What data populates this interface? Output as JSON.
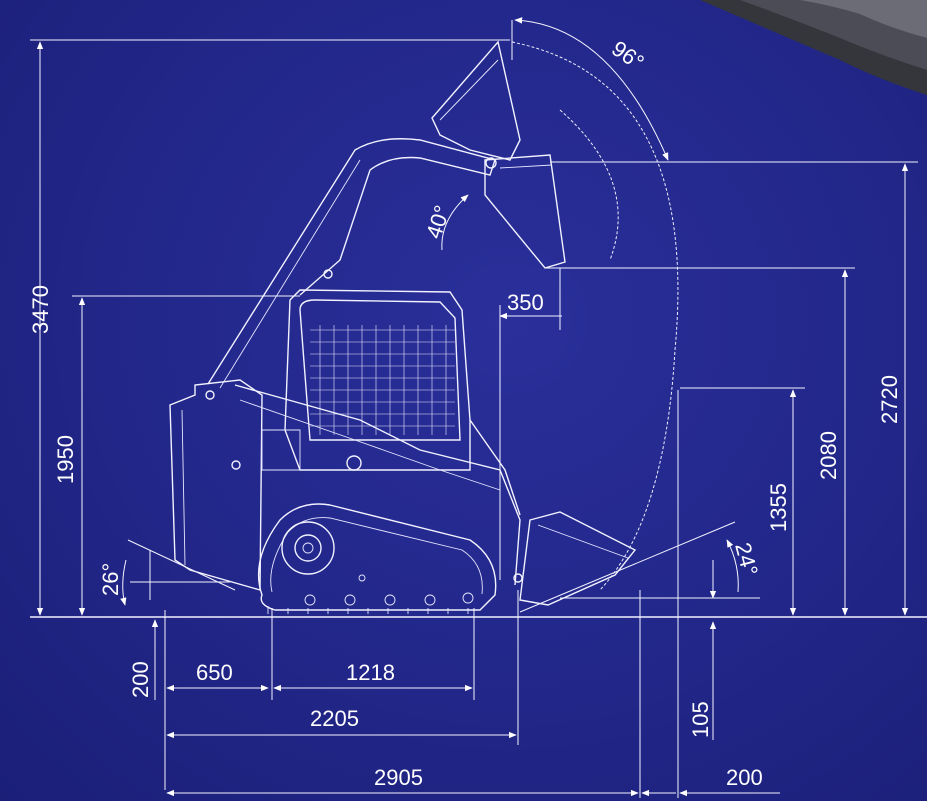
{
  "dimensions": {
    "overall_height": "3470",
    "cab_height": "1950",
    "dump_height": "2720",
    "pin_height": "2080",
    "dump_clearance": "1355",
    "dump_reach": "350",
    "angle_rollback": "96°",
    "angle_dump": "40°",
    "angle_departure": "26°",
    "angle_approach": "24°",
    "ground_clearance": "200",
    "rear_overhang": "650",
    "track_length": "1218",
    "length_no_bucket": "2205",
    "length_with_bucket": "2905",
    "bucket_below": "105",
    "bucket_ahead": "200"
  },
  "colors": {
    "background": "#23288c",
    "lines": "#ffffff"
  }
}
